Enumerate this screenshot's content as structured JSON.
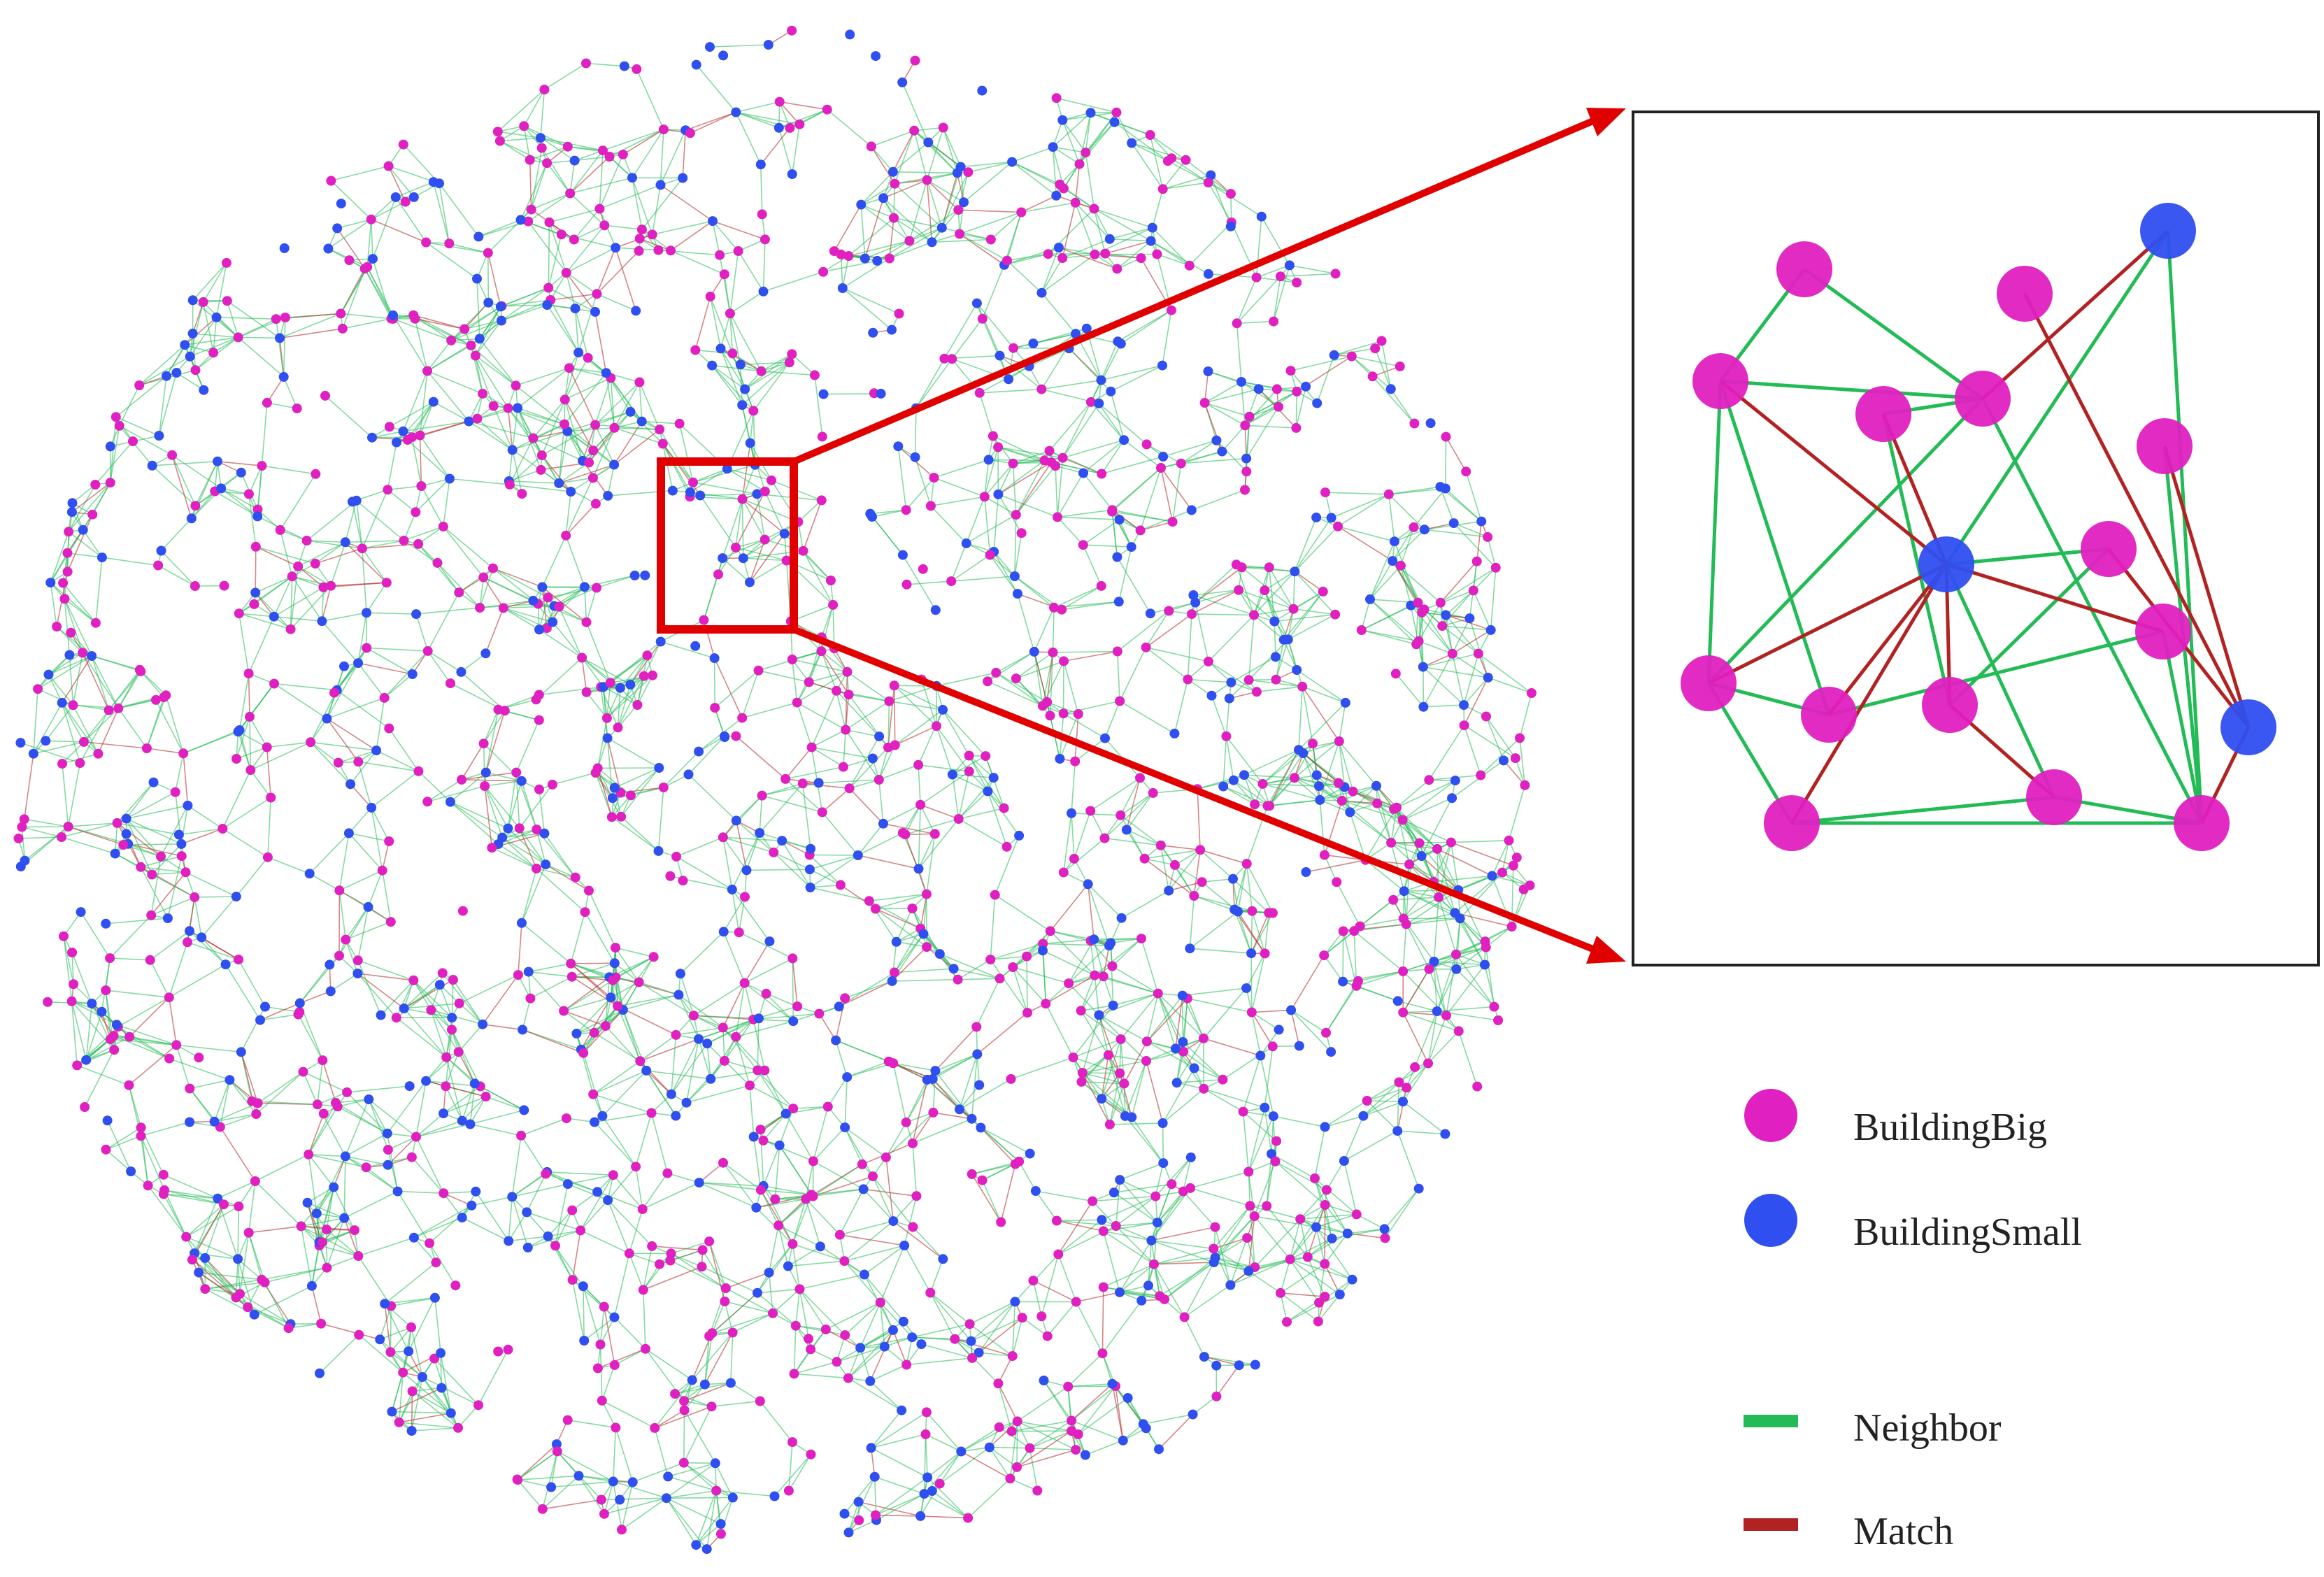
{
  "colors": {
    "building_big": "#e020c0",
    "building_small": "#2f4ff0",
    "neighbor": "#22bb55",
    "match": "#b22222",
    "zoom_frame": "#e00000",
    "inset_border": "#222222",
    "background": "#ffffff"
  },
  "legend": {
    "nodes": [
      {
        "key": "building_big",
        "label": "BuildingBig"
      },
      {
        "key": "building_small",
        "label": "BuildingSmall"
      }
    ],
    "edges": [
      {
        "key": "neighbor",
        "label": "Neighbor"
      },
      {
        "key": "match",
        "label": "Match"
      }
    ]
  }
}
